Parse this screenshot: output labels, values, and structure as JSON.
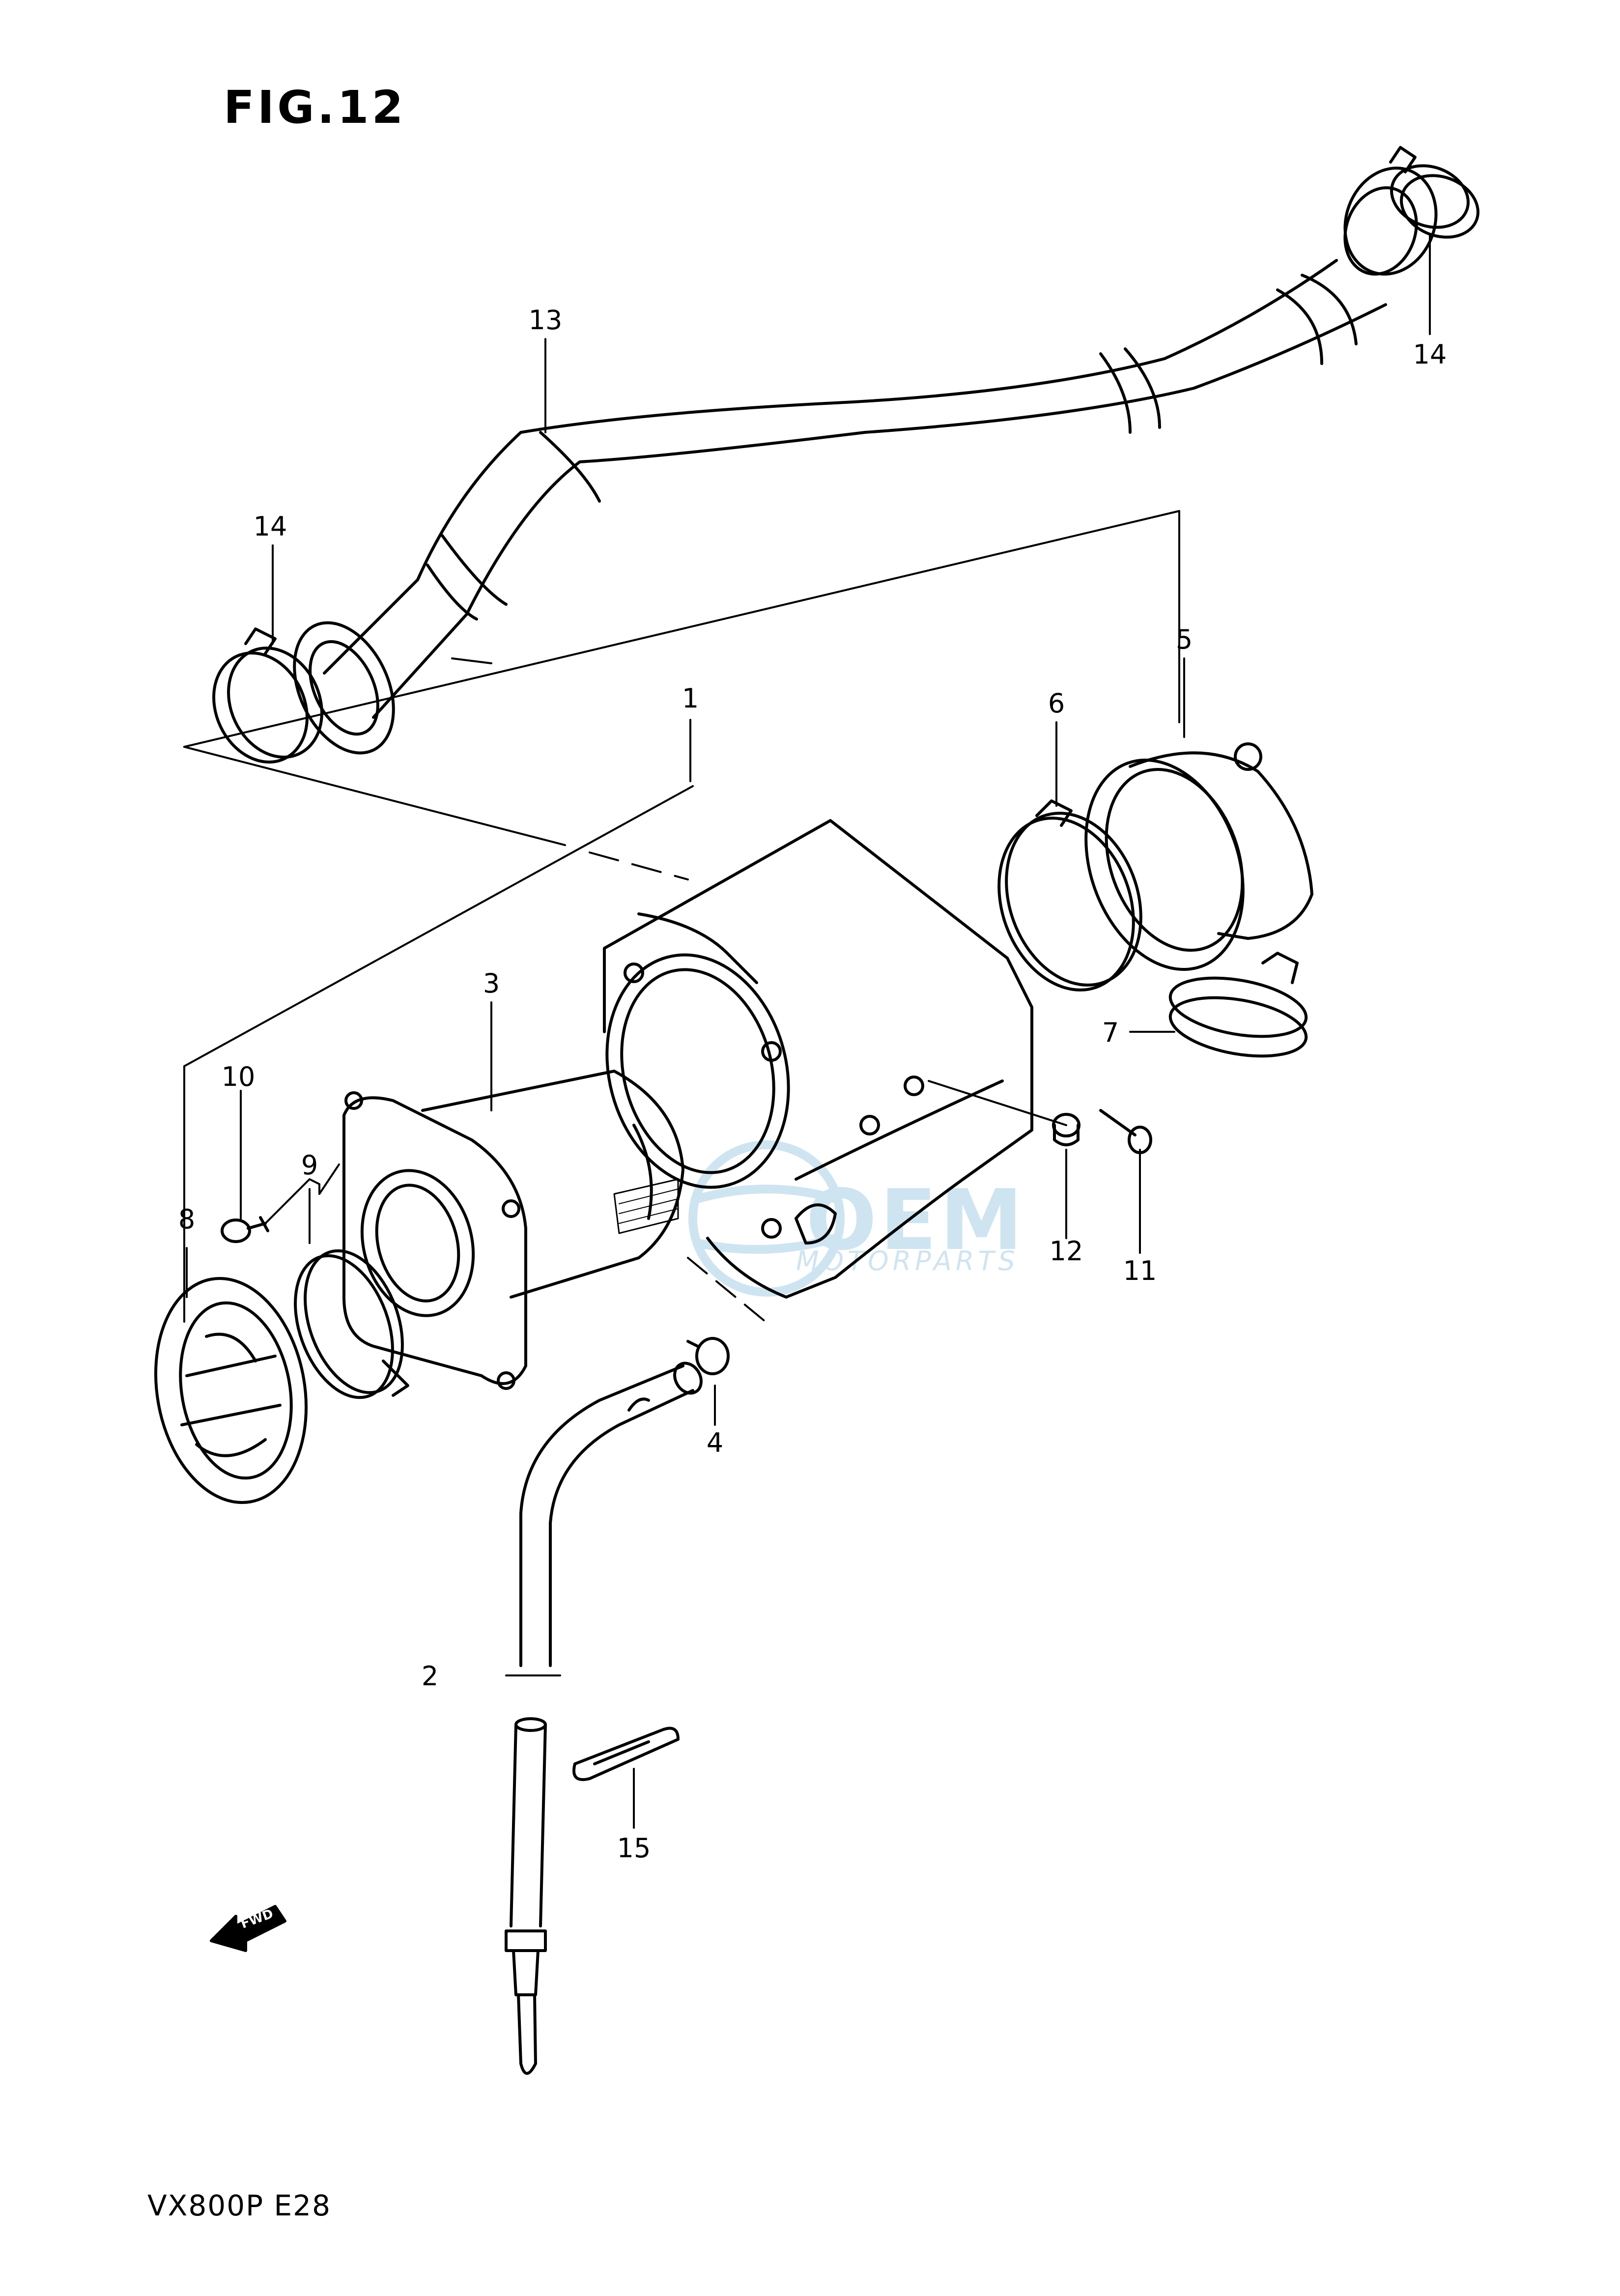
{
  "figure": {
    "title": "FIG.12",
    "model_code": "VX800P  E28"
  },
  "watermark": {
    "brand": "OEM",
    "subtitle": "MOTORPARTS",
    "color": "#cfe4f1"
  },
  "direction_marker": {
    "label": "FWD"
  },
  "callouts": [
    {
      "id": "1",
      "label": "1"
    },
    {
      "id": "2",
      "label": "2"
    },
    {
      "id": "3",
      "label": "3"
    },
    {
      "id": "4",
      "label": "4"
    },
    {
      "id": "5",
      "label": "5"
    },
    {
      "id": "6",
      "label": "6"
    },
    {
      "id": "7",
      "label": "7"
    },
    {
      "id": "8",
      "label": "8"
    },
    {
      "id": "9",
      "label": "9"
    },
    {
      "id": "10",
      "label": "10"
    },
    {
      "id": "11",
      "label": "11"
    },
    {
      "id": "12",
      "label": "12"
    },
    {
      "id": "13",
      "label": "13"
    },
    {
      "id": "14a",
      "label": "14"
    },
    {
      "id": "14b",
      "label": "14"
    },
    {
      "id": "15",
      "label": "15"
    }
  ]
}
